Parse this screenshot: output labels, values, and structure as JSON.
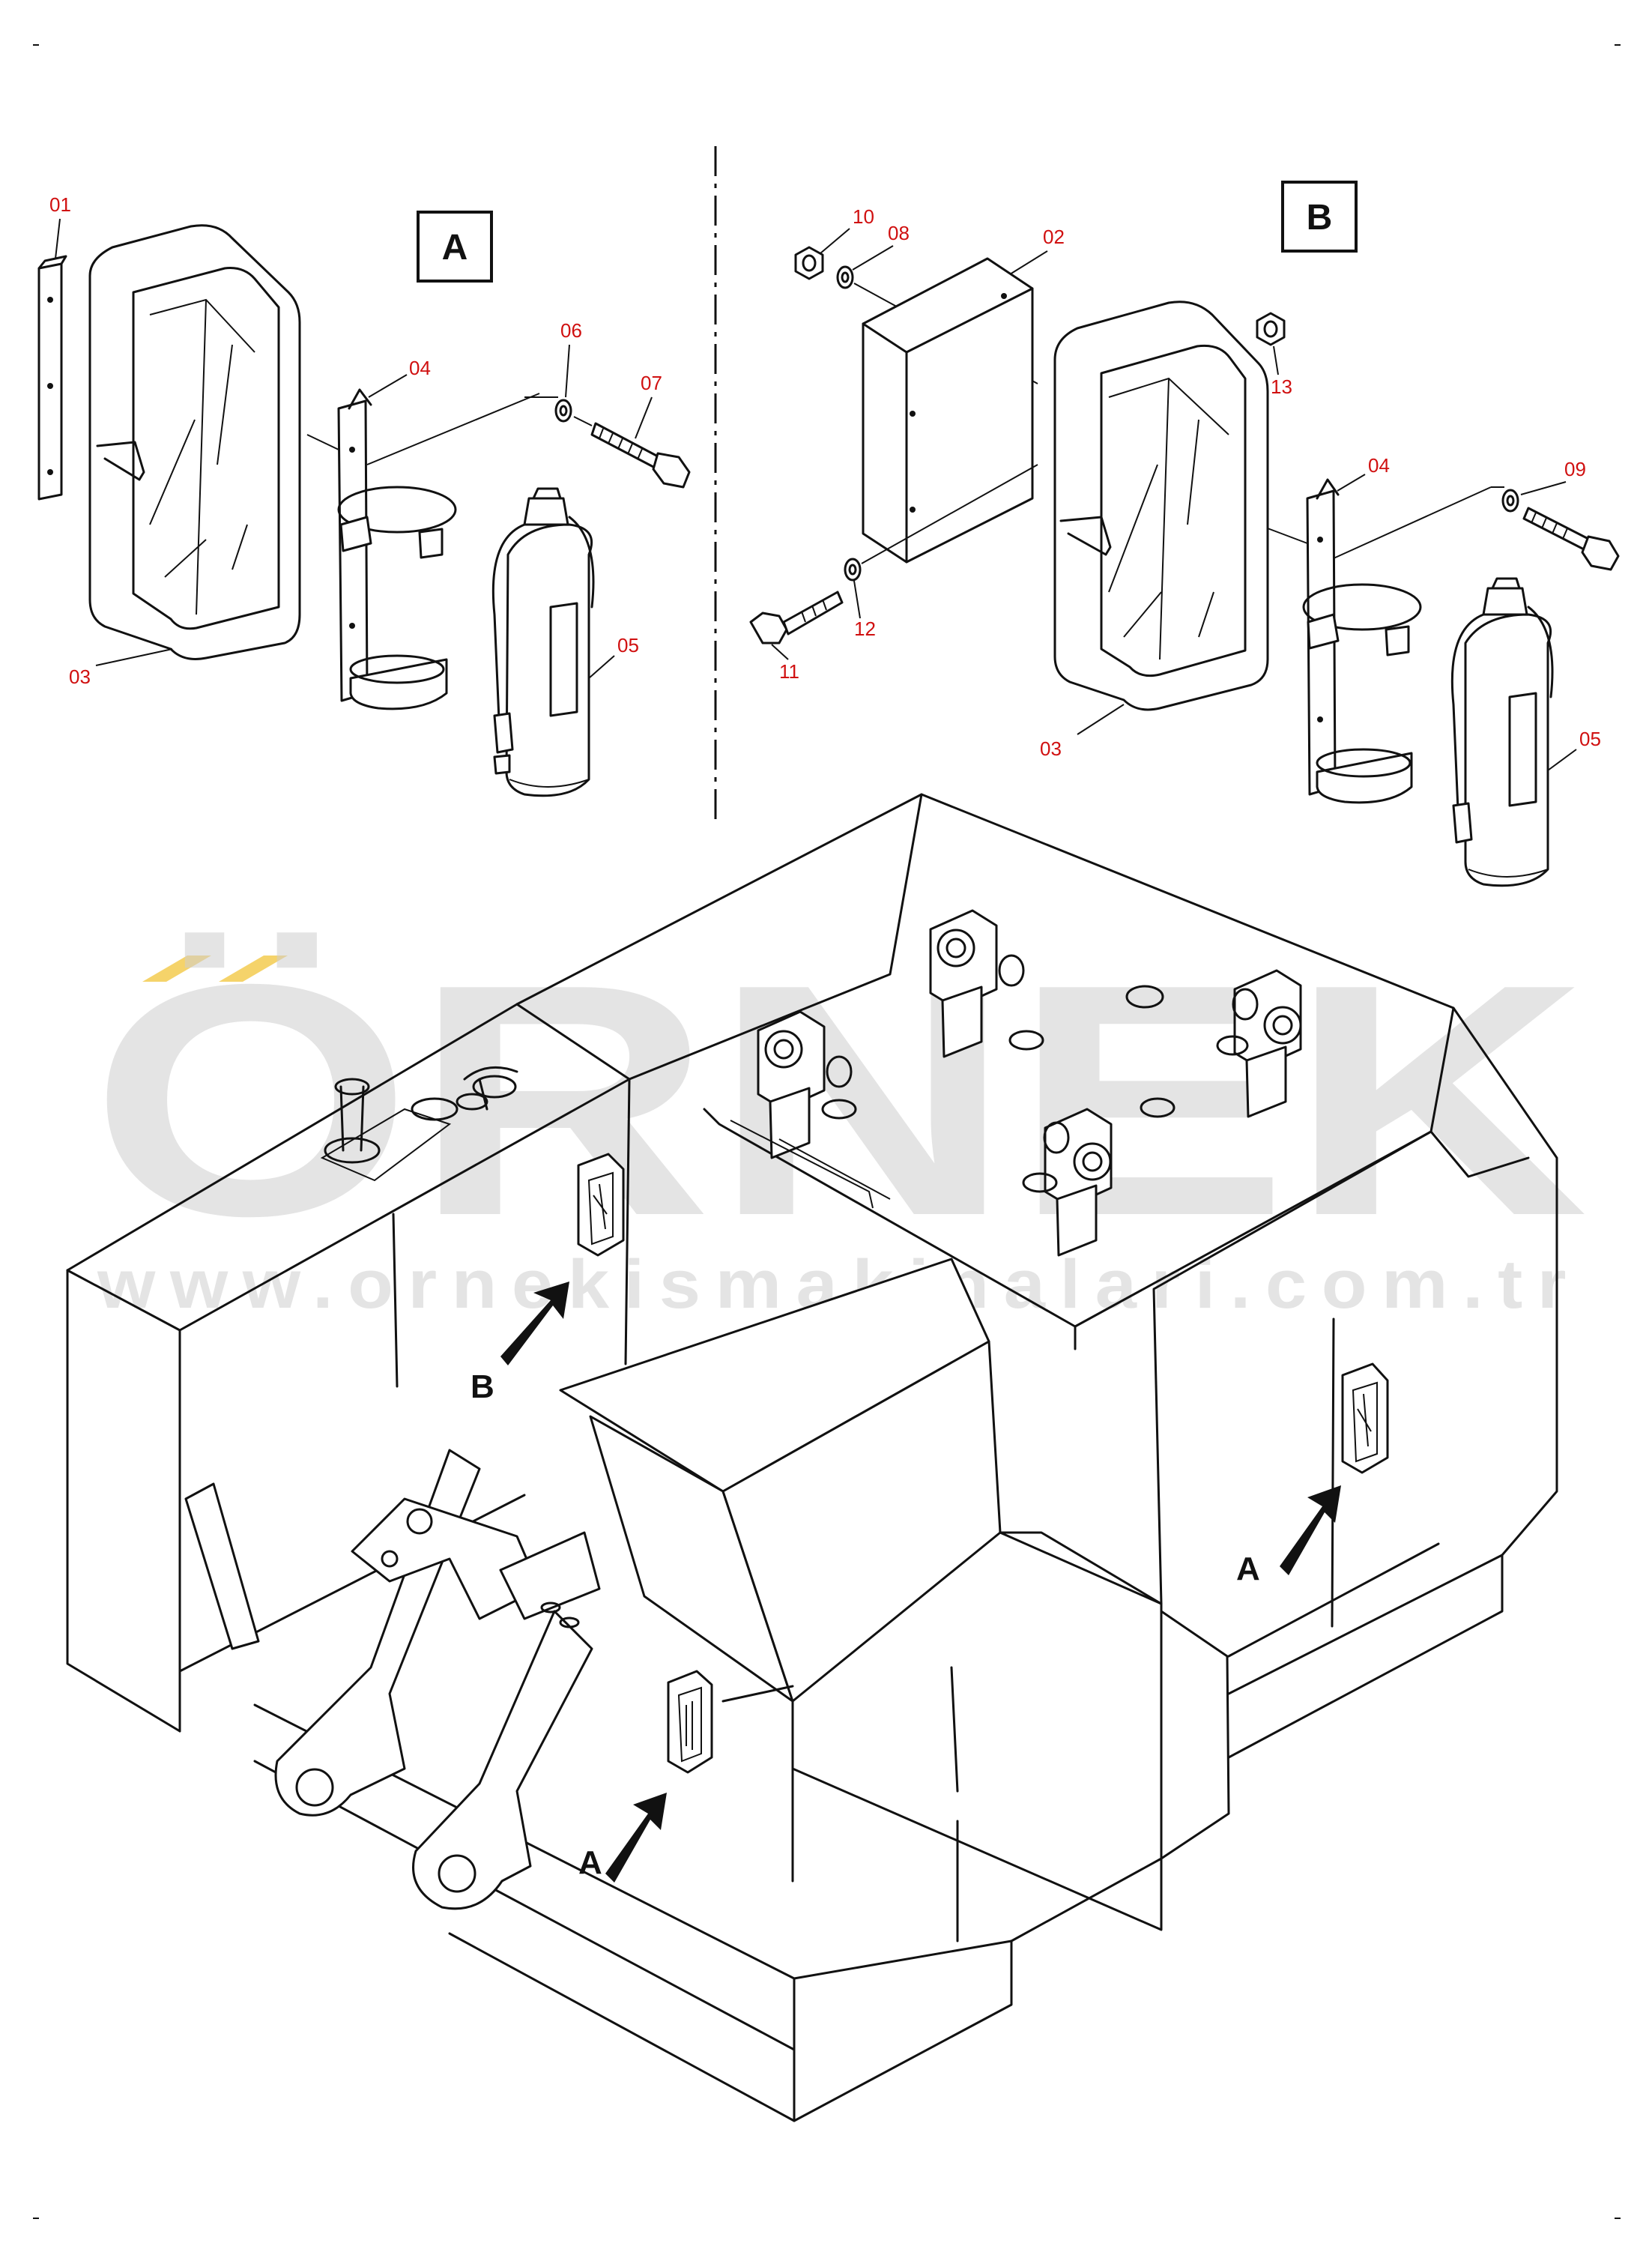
{
  "views": {
    "a_label": "A",
    "b_label": "B"
  },
  "parts_a": {
    "p01": "01",
    "p03": "03",
    "p04": "04",
    "p05": "05",
    "p06": "06",
    "p07": "07"
  },
  "parts_b": {
    "p02": "02",
    "p03": "03",
    "p04": "04",
    "p05": "05",
    "p08": "08",
    "p09": "09",
    "p10": "10",
    "p11": "11",
    "p12": "12",
    "p13": "13"
  },
  "callouts": {
    "b": "B",
    "a_left": "A",
    "a_right": "A"
  },
  "watermark": {
    "brand": "ÖRNEK",
    "url": "www.ornekismakinalari.com.tr"
  },
  "colors": {
    "part_number": "#d01010",
    "line": "#111111",
    "watermark": "#cfcfcf",
    "accent_dots": "#f5d36a"
  }
}
